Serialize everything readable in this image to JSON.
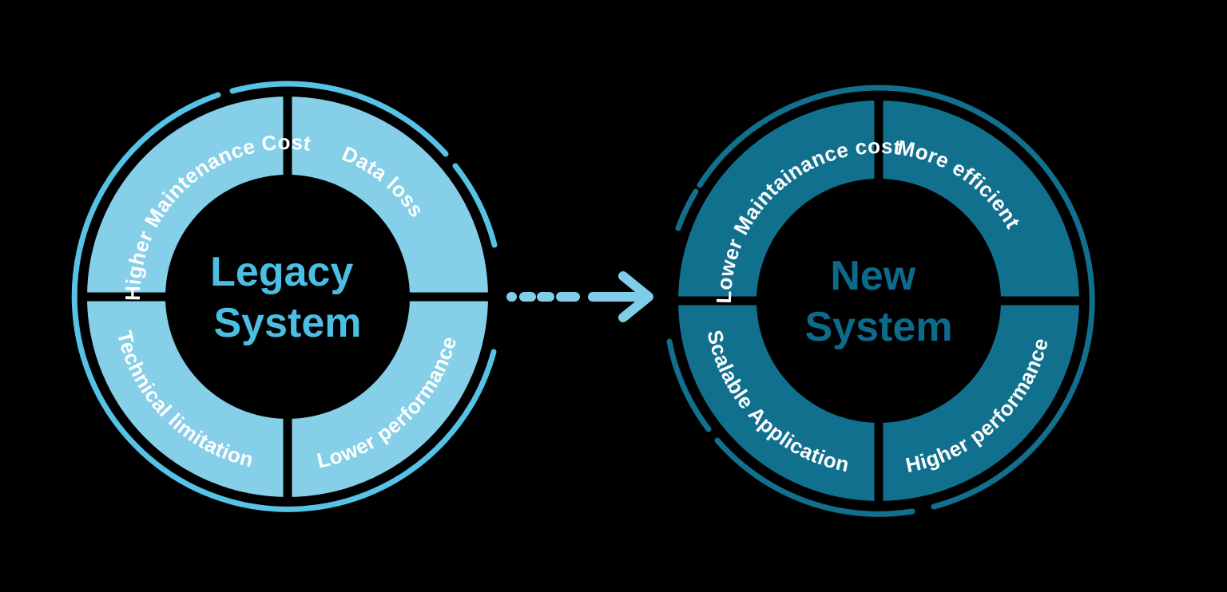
{
  "background_color": "#000000",
  "left_diagram": {
    "name": "Legacy System",
    "title": {
      "line1": "Legacy",
      "line2": "System"
    },
    "segments": {
      "top_left": "Higher Maintenance Cost",
      "top_right": "Data loss",
      "bottom_left": "Technical limitation",
      "bottom_right": "Lower performance"
    },
    "colors": {
      "ring": "#85CFE9",
      "title": "#4ABFE3",
      "outer_arc": "#55C2E6",
      "segment_text": "#FFFFFF"
    }
  },
  "transition_arrow": {
    "direction": "right",
    "style": "dashed",
    "color": "#7FCDE8"
  },
  "right_diagram": {
    "name": "New System",
    "title": {
      "line1": "New",
      "line2": "System"
    },
    "segments": {
      "top_left": "Lower Maintainance cost",
      "top_right": "More efficient",
      "bottom_left": "Scalable Application",
      "bottom_right": "Higher performance"
    },
    "colors": {
      "ring": "#11708E",
      "title": "#0C6A8B",
      "outer_arc": "#11708E",
      "segment_text": "#FFFFFF"
    }
  }
}
